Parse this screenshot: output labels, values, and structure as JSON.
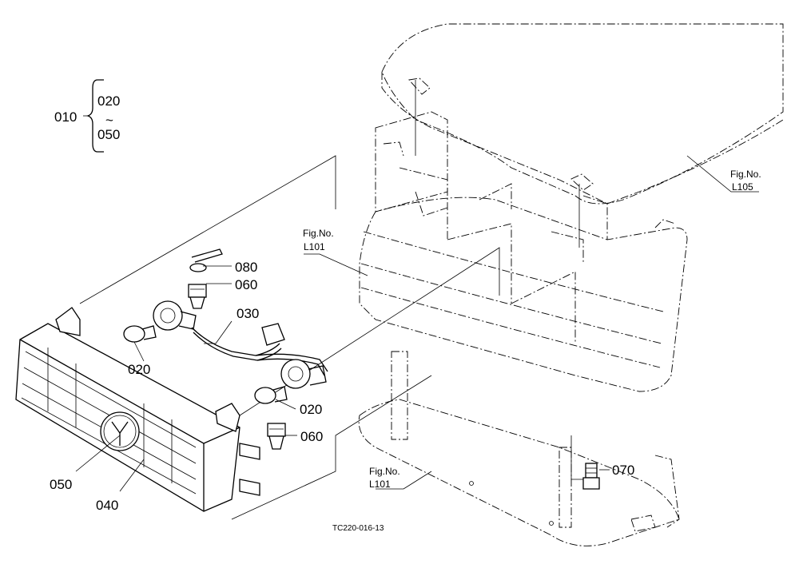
{
  "assembly": {
    "parent": "010",
    "range_start": "020",
    "range_sep": "~",
    "range_end": "050"
  },
  "parts": {
    "p080": "080",
    "p060a": "060",
    "p030": "030",
    "p020a": "020",
    "p020b": "020",
    "p060b": "060",
    "p050": "050",
    "p040": "040",
    "p070": "070"
  },
  "refs": {
    "fig_l105_a": "Fig.No.",
    "fig_l105_b": "L105",
    "fig_l101_top_a": "Fig.No.",
    "fig_l101_top_b": "L101",
    "fig_l101_bot_a": "Fig.No.",
    "fig_l101_bot_b": "L101"
  },
  "drawing_code": "TC220-016-13"
}
